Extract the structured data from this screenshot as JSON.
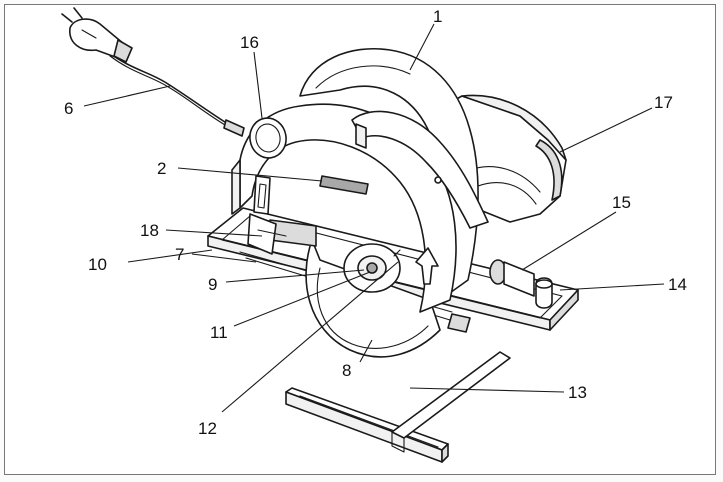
{
  "figure": {
    "callouts": [
      {
        "id": "1",
        "text": "1"
      },
      {
        "id": "2",
        "text": "2"
      },
      {
        "id": "6",
        "text": "6"
      },
      {
        "id": "7",
        "text": "7"
      },
      {
        "id": "8",
        "text": "8"
      },
      {
        "id": "9",
        "text": "9"
      },
      {
        "id": "10",
        "text": "10"
      },
      {
        "id": "11",
        "text": "11"
      },
      {
        "id": "12",
        "text": "12"
      },
      {
        "id": "13",
        "text": "13"
      },
      {
        "id": "14",
        "text": "14"
      },
      {
        "id": "15",
        "text": "15"
      },
      {
        "id": "16",
        "text": "16"
      },
      {
        "id": "17",
        "text": "17"
      },
      {
        "id": "18",
        "text": "18"
      }
    ]
  }
}
